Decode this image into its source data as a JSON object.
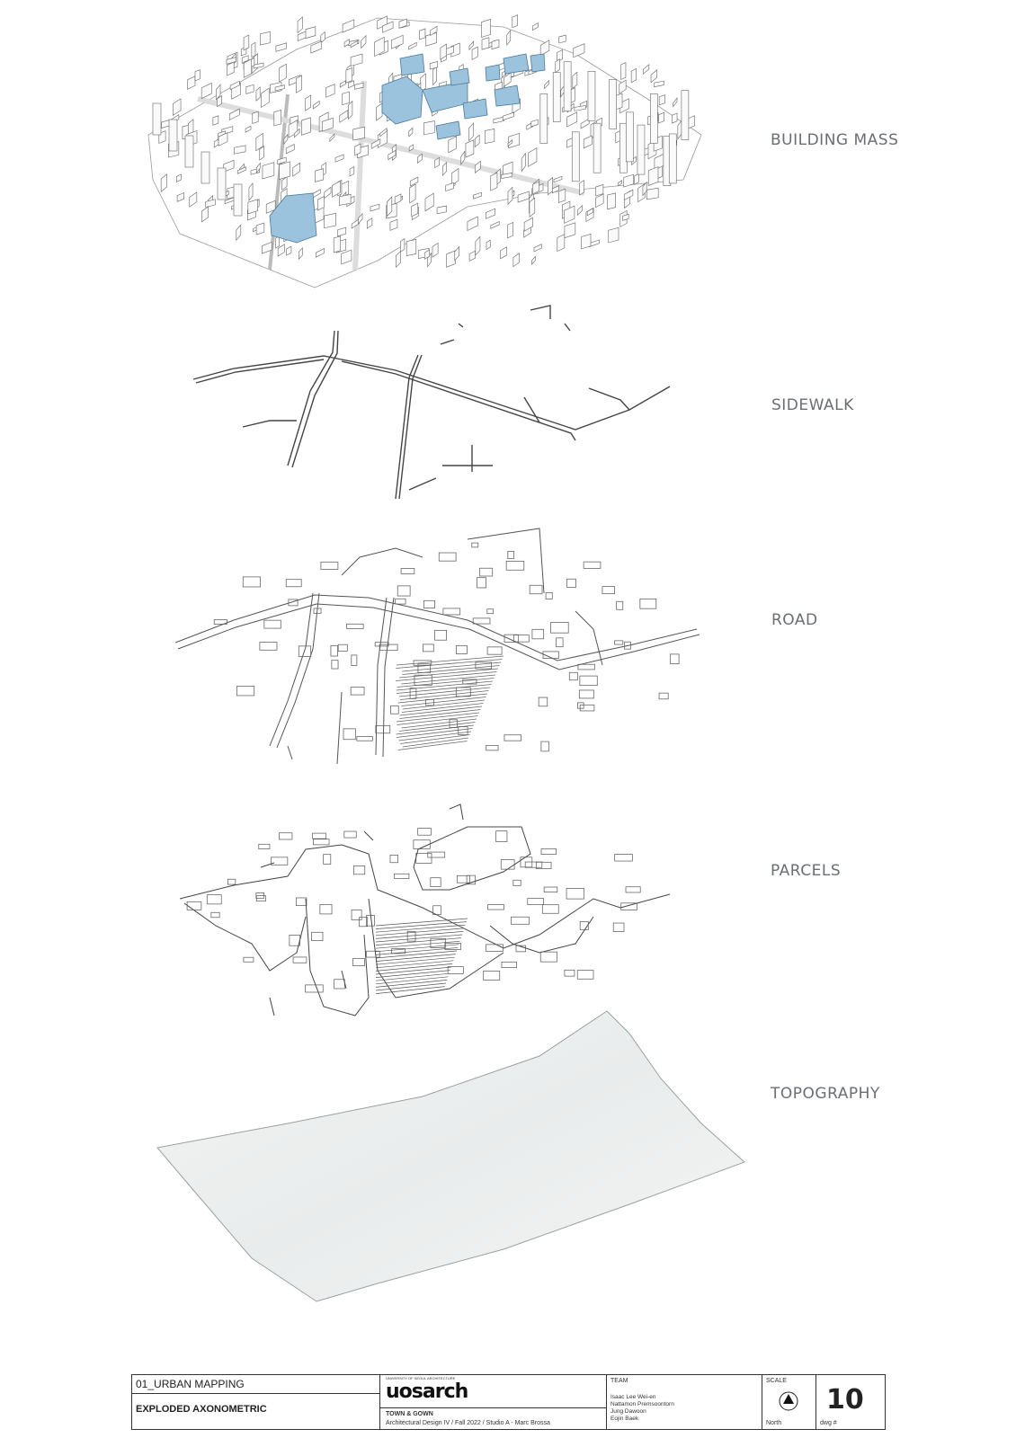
{
  "layers": {
    "building_mass": "BUILDING MASS",
    "sidewalk": "SIDEWALK",
    "road": "ROAD",
    "parcels": "PARCELS",
    "topography": "TOPOGRAPHY"
  },
  "colors": {
    "highlight_building": "#9cc3dd",
    "label": "#6a6f73",
    "line": "#555555",
    "terrain": "#eef0f0"
  },
  "title_block": {
    "section": "01_URBAN MAPPING",
    "sheet_title": "EXPLODED AXONOMETRIC",
    "logo_small": "UNIVERSITY OF SEOUL ARCHITECTURE",
    "logo_word": "uosarch",
    "project": "TOWN & GOWN",
    "course": "Architectural Design IV / Fall 2022 / Studio A - Marc Brossa",
    "team_label": "TEAM",
    "team_members": [
      "Isaac Lee Wei-en",
      "Nattamon Premsoontorn",
      "Jung Dawoon",
      "Eojin Baek"
    ],
    "scale_label": "SCALE",
    "north_label": "North",
    "dwg_number": "10",
    "dwg_label": "dwg #"
  }
}
